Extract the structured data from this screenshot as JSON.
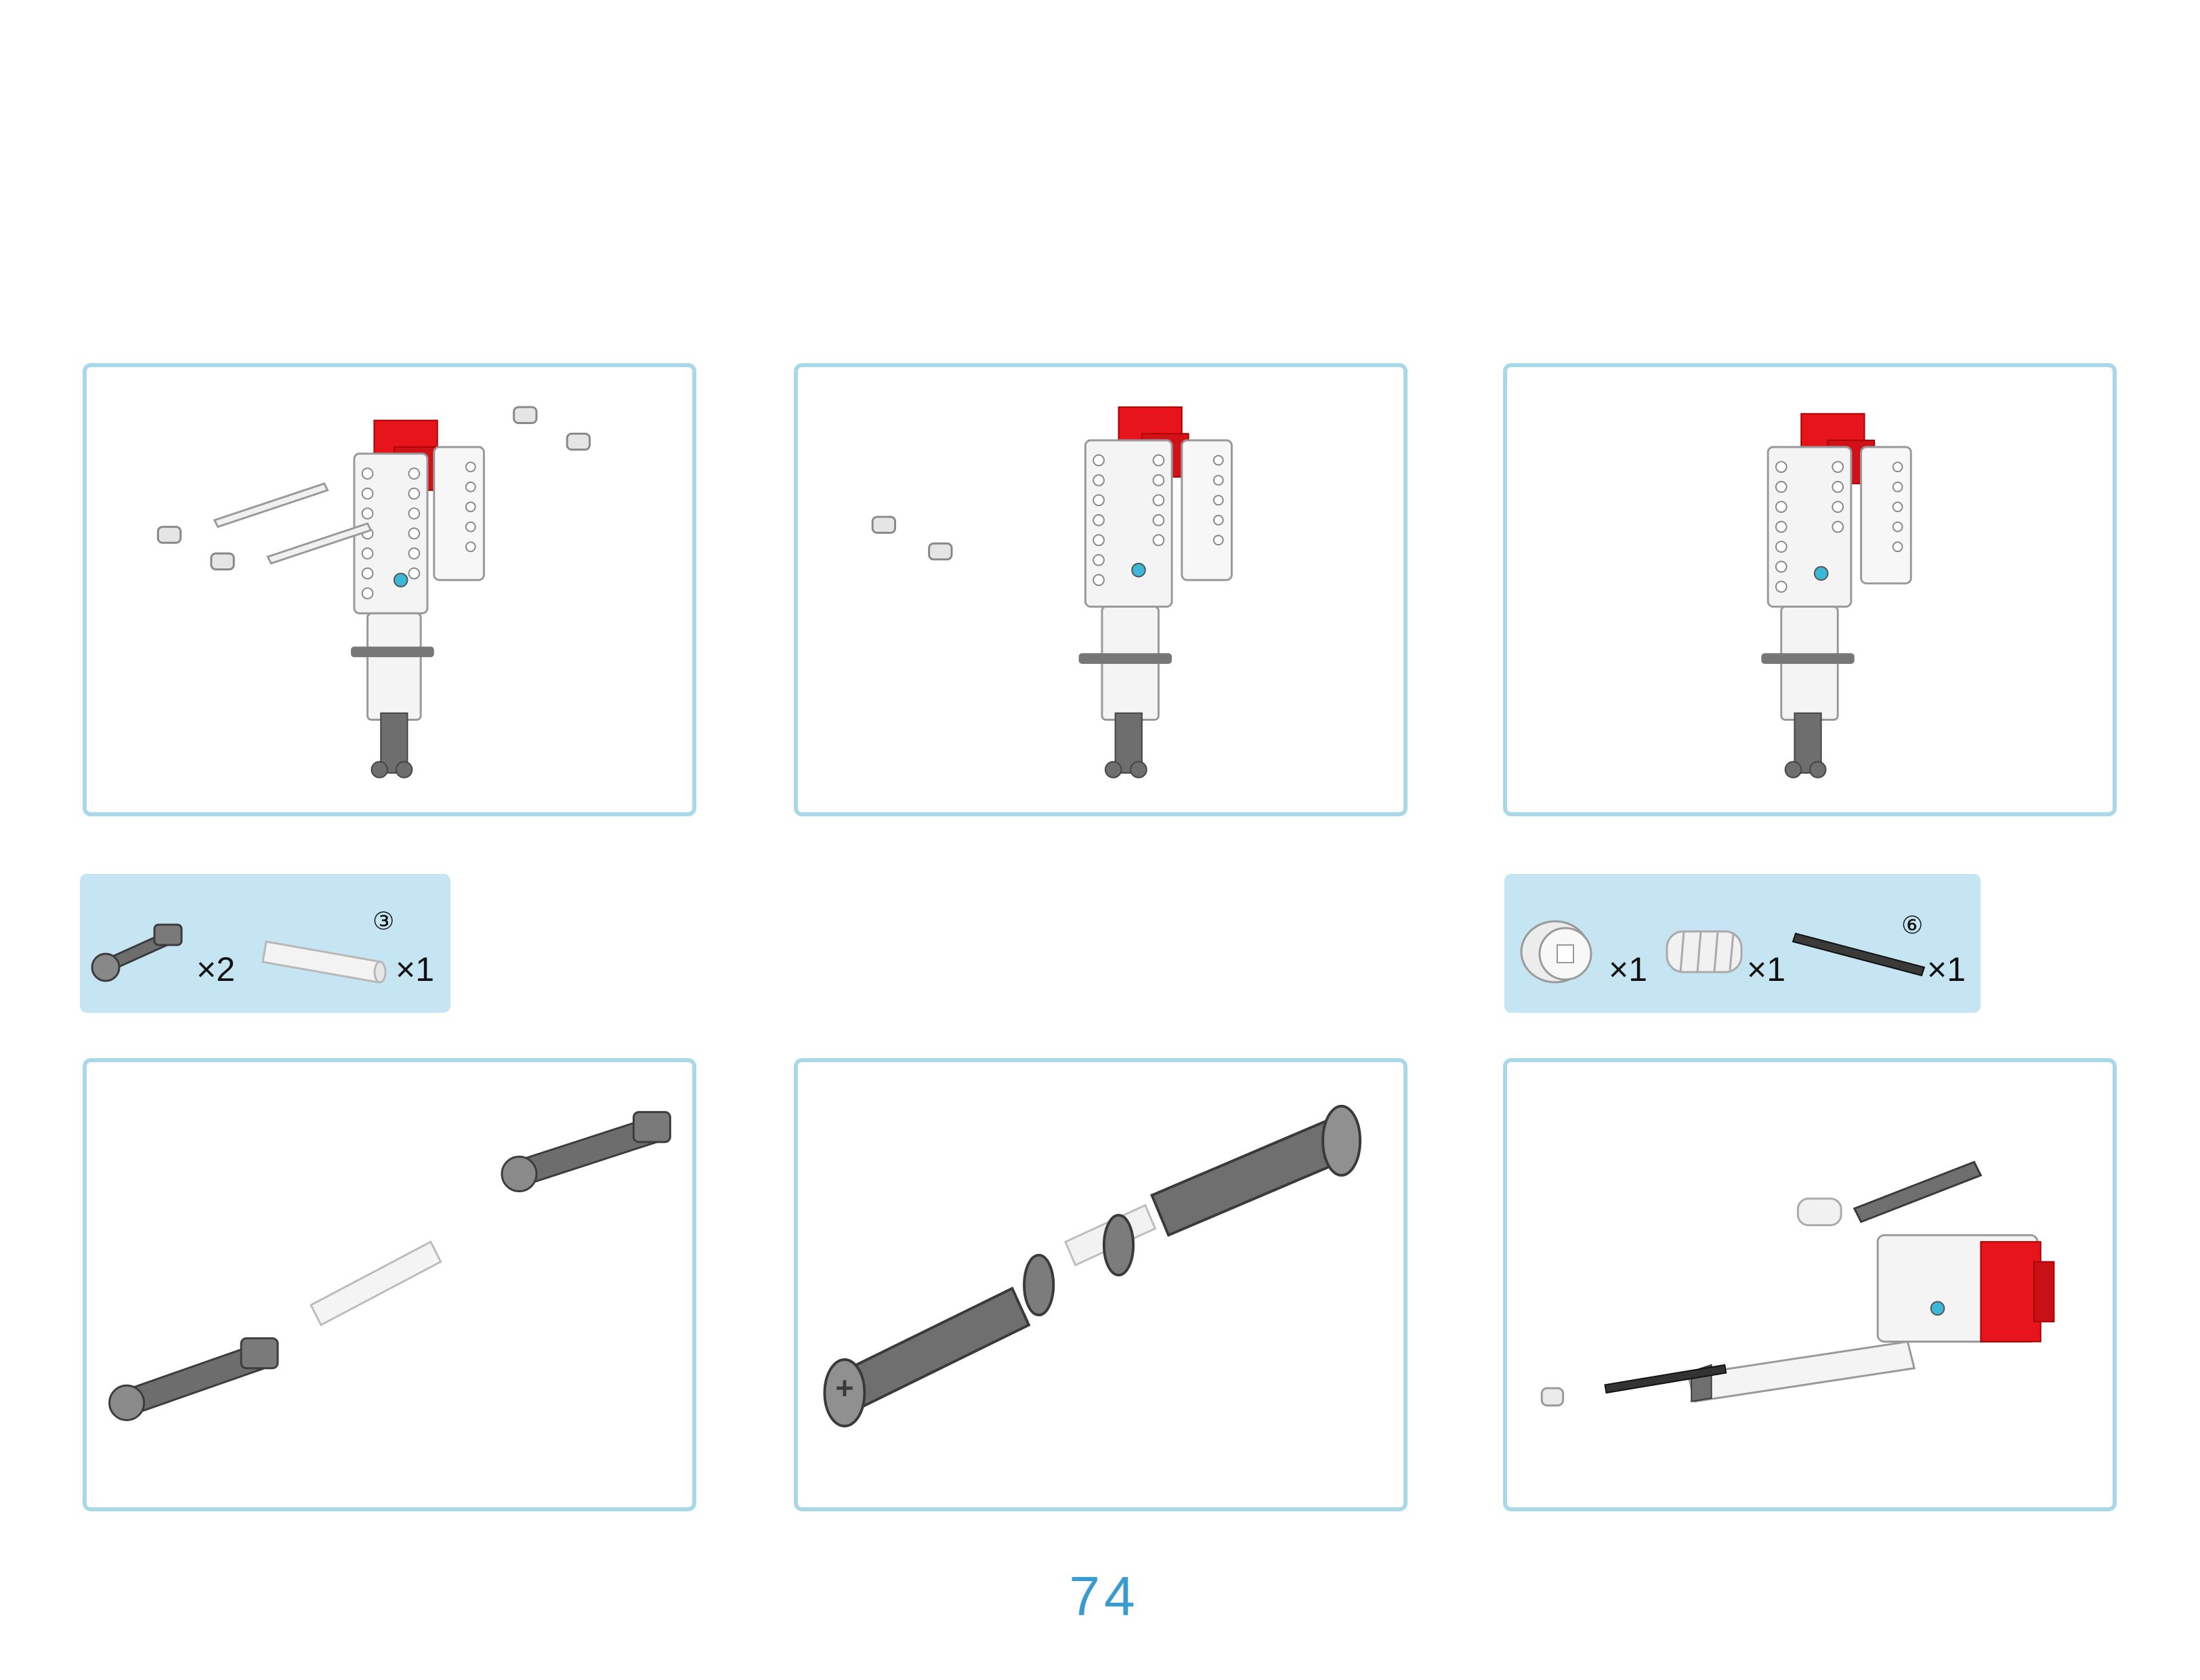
{
  "page": {
    "number": "74"
  },
  "colors": {
    "panel_border": "#a9d9e8",
    "parts_bg": "#c5e5f2",
    "accent_red": "#e8141b",
    "page_number": "#3a9bd0"
  },
  "top_row": [
    {
      "step": "build-a",
      "content": "red-motor-frame-assembly with loose pins and axles"
    },
    {
      "step": "build-b",
      "content": "red-motor-frame-assembly with two loose pins"
    },
    {
      "step": "build-c",
      "content": "completed red-motor-frame-assembly"
    }
  ],
  "parts_left": {
    "items": [
      {
        "icon": "universal-joint-icon",
        "qty": "×2"
      },
      {
        "icon": "axle-icon",
        "qty": "×1",
        "callout": "③"
      }
    ]
  },
  "parts_right": {
    "items": [
      {
        "icon": "bush-icon",
        "qty": "×1"
      },
      {
        "icon": "worm-gear-icon",
        "qty": "×1"
      },
      {
        "icon": "black-axle-icon",
        "qty": "×1",
        "callout": "⑥"
      }
    ]
  }
}
